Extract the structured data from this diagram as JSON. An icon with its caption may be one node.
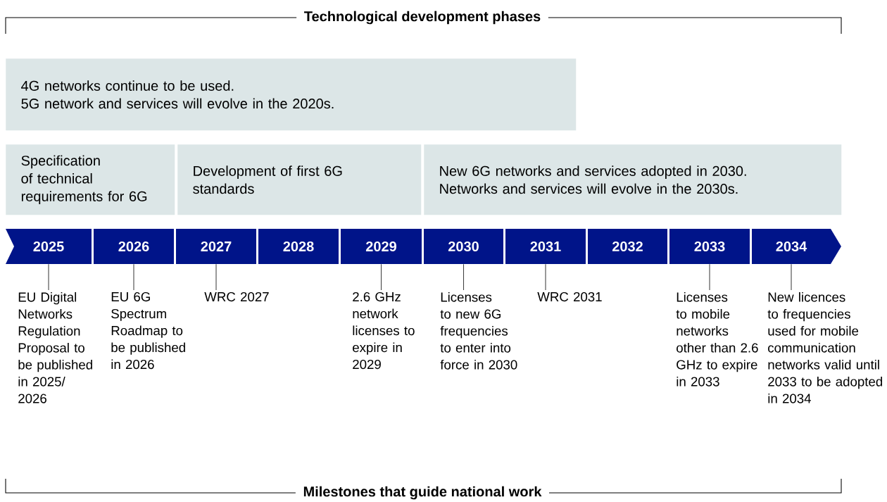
{
  "diagram": {
    "title": "Technological development phases",
    "caption": "Milestones that guide national work",
    "nodes": [
      {
        "text": [
          "4G networks continue to be used.",
          "5G network and services will evolve in the 2020s."
        ]
      },
      {
        "text": [
          "Specification of technical requirements for 6G"
        ]
      },
      {
        "text": [
          "Development of first 6G standards"
        ]
      },
      {
        "text": [
          "New 6G networks and services adopted in 2030.",
          "Networks and services will evolve in the 2030s."
        ]
      },
      {
        "text": [
          "2025"
        ]
      },
      {
        "text": [
          "2026"
        ]
      },
      {
        "text": [
          "2027"
        ]
      },
      {
        "text": [
          "2028"
        ]
      },
      {
        "text": [
          "2029"
        ]
      },
      {
        "text": [
          "2030"
        ]
      },
      {
        "text": [
          "2031"
        ]
      },
      {
        "text": [
          "2032"
        ]
      },
      {
        "text": [
          "2033"
        ]
      },
      {
        "text": [
          "2034"
        ]
      },
      {
        "text": [
          "EU Digital Networks Regulation Proposal to be published in 2025/ 2026"
        ]
      },
      {
        "text": [
          "EU 6G Spectrum Roadmap to be published in 2026"
        ]
      },
      {
        "text": [
          "WRC 2027"
        ]
      },
      {
        "text": [
          "2.6 GHz network licenses to expire in 2029"
        ]
      },
      {
        "text": [
          "Licenses to new 6G frequencies to enter into force in 2030"
        ]
      },
      {
        "text": [
          "WRC 2031"
        ]
      },
      {
        "text": [
          "Licenses to mobile networks other than 2.6 GHz to expire in 2033"
        ]
      },
      {
        "text": [
          "New licences to frequencies used for mobile communication networks valid until 2033 to be adopted in 2034"
        ]
      }
    ],
    "edges": [
      {
        "from": 4,
        "to": 14,
        "arrow": "none"
      },
      {
        "from": 5,
        "to": 15,
        "arrow": "none"
      },
      {
        "from": 6,
        "to": 16,
        "arrow": "none"
      },
      {
        "from": 8,
        "to": 17,
        "arrow": "none"
      },
      {
        "from": 9,
        "to": 18,
        "arrow": "none"
      },
      {
        "from": 10,
        "to": 19,
        "arrow": "none"
      },
      {
        "from": 12,
        "to": 20,
        "arrow": "none"
      },
      {
        "from": 13,
        "to": 21,
        "arrow": "none"
      }
    ]
  }
}
